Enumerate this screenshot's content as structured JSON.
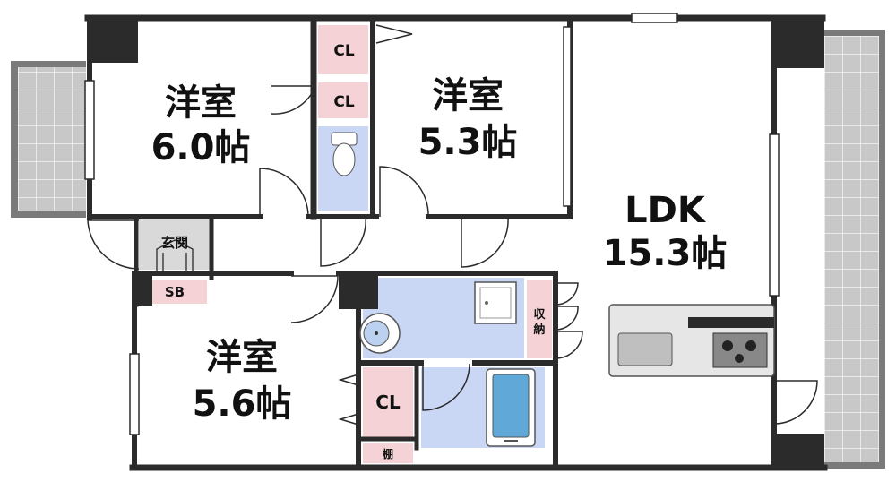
{
  "rooms": {
    "western_room_a": {
      "name": "洋室",
      "size": "6.0帖"
    },
    "western_room_b": {
      "name": "洋室",
      "size": "5.3帖"
    },
    "western_room_c": {
      "name": "洋室",
      "size": "5.6帖"
    },
    "ldk": {
      "name": "LDK",
      "size": "15.3帖"
    }
  },
  "labels": {
    "closet_1": "CL",
    "closet_2": "CL",
    "closet_3": "CL",
    "entrance": "玄関",
    "shoe_box": "SB",
    "storage_line1": "収",
    "storage_line2": "納",
    "shelf": "棚"
  },
  "colors": {
    "wall": "#2b2b2b",
    "closet": "#f4d2d5",
    "wet_area": "#c9d7f5",
    "entrance": "#d9d9d9",
    "balcony": "#c8c8c8",
    "tile_line": "#ffffff"
  }
}
